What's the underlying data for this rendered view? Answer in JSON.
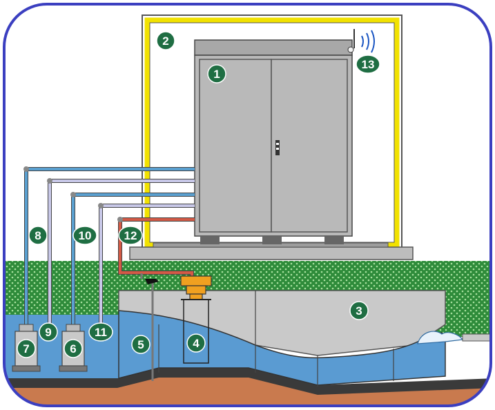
{
  "colors": {
    "frame_border": "#3b3fc0",
    "sky": "#ffffff",
    "grass": "#2e8b3a",
    "grass_dots": "#a9e29f",
    "water": "#5a9bd2",
    "tank_concrete": "#c9c9c9",
    "soil": "#c97a4e",
    "cabinet": "#b9b9b9",
    "shelter_outline": "#f2e200",
    "label_badge": "#1f6e43",
    "pipe_blue": "#5aa0d0",
    "pipe_lavender": "#c8c8e8",
    "pipe_red": "#d35a46",
    "float_orange": "#f0a020"
  },
  "labels": [
    {
      "id": "1",
      "text": "1"
    },
    {
      "id": "2",
      "text": "2"
    },
    {
      "id": "3",
      "text": "3"
    },
    {
      "id": "4",
      "text": "4"
    },
    {
      "id": "5",
      "text": "5"
    },
    {
      "id": "6",
      "text": "6"
    },
    {
      "id": "7",
      "text": "7"
    },
    {
      "id": "8",
      "text": "8"
    },
    {
      "id": "9",
      "text": "9"
    },
    {
      "id": "10",
      "text": "10"
    },
    {
      "id": "11",
      "text": "11"
    },
    {
      "id": "12",
      "text": "12"
    },
    {
      "id": "13",
      "text": "13"
    }
  ],
  "icons": {
    "antenna": "wireless-antenna-icon",
    "handle": "cabinet-lock-handle-icon"
  }
}
